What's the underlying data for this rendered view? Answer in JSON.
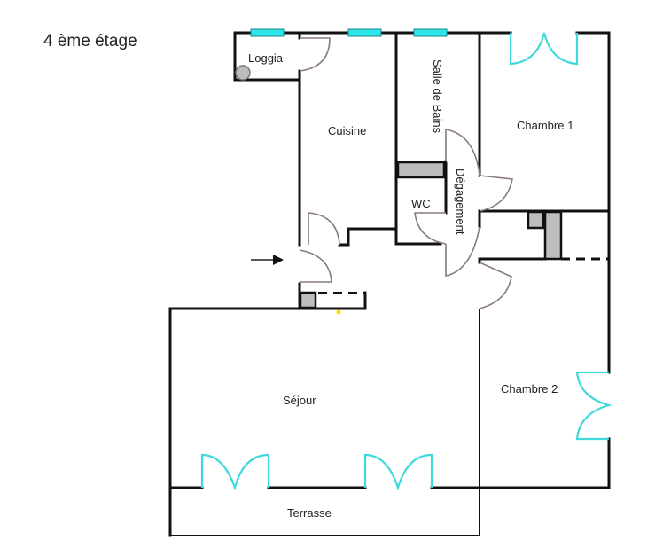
{
  "title": "4 ème étage",
  "rooms": {
    "loggia": "Loggia",
    "cuisine": "Cuisine",
    "salle_de_bains": "Salle de Bains",
    "chambre1": "Chambre 1",
    "wc": "WC",
    "degagement": "Dégagement",
    "sejour": "Séjour",
    "chambre2": "Chambre 2",
    "terrasse": "Terrasse"
  },
  "colors": {
    "wall": "#111111",
    "window": "#2ee6ea",
    "door_arc": "#8a7a7a",
    "fixture": "#bdbdbd",
    "marker": "#f2e600"
  },
  "icons": {
    "entrance": "entrance-arrow-icon"
  }
}
